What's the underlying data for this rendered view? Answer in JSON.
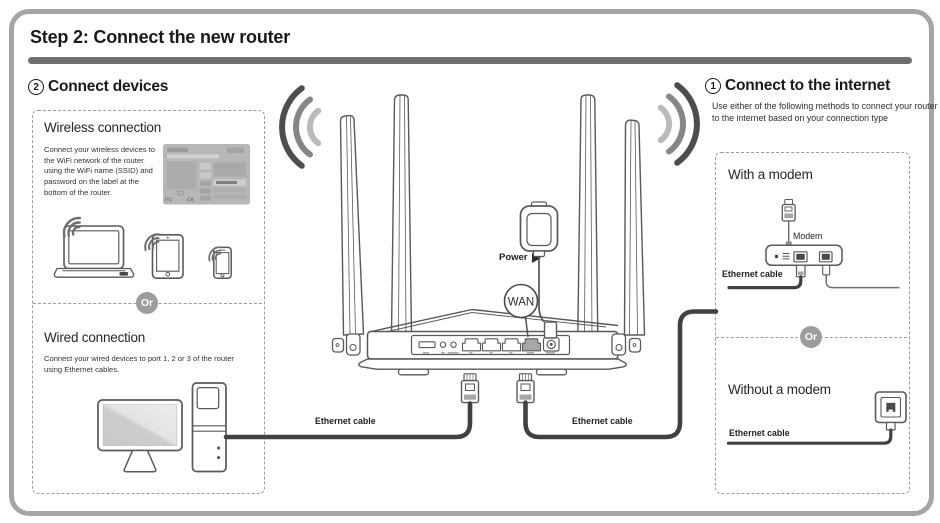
{
  "page": {
    "title": "Step 2: Connect the new router"
  },
  "connect_devices": {
    "number": "2",
    "heading": "Connect devices",
    "or_label": "Or",
    "wireless": {
      "title": "Wireless connection",
      "body": "Connect your wireless devices to the WiFi network of the router using the WiFi name (SSID) and password on the label at the bottom of the router.",
      "sticker_fcc_mark": "FC",
      "sticker_ce_mark": "C€"
    },
    "wired": {
      "title": "Wired connection",
      "body": "Connect your wired devices to port 1, 2 or 3 of the router using Ethernet cables."
    }
  },
  "connect_internet": {
    "number": "1",
    "heading": "Connect to the internet",
    "intro": "Use either of the following methods to connect your router to the internet based on your connection type",
    "or_label": "Or",
    "with_modem": {
      "title": "With a modem",
      "modem_label": "Modem",
      "ethernet_label": "Ethernet cable"
    },
    "without_modem": {
      "title": "Without a modem",
      "ethernet_label": "Ethernet cable"
    }
  },
  "router_diagram": {
    "power_label": "Power",
    "wan_label": "WAN",
    "ethernet_label_left": "Ethernet cable",
    "ethernet_label_right": "Ethernet cable"
  },
  "colors": {
    "accent_bar": "#6f6f6f",
    "frame_border": "#a6a6a6",
    "or_badge": "#9d9d9d",
    "outline": "#58595b",
    "cable": "#414042",
    "wan_port_fill": "#a7a7a7"
  }
}
